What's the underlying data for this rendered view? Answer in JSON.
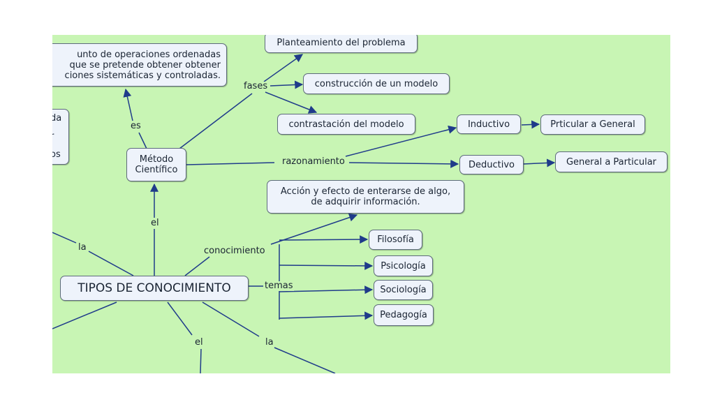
{
  "nodes": {
    "definition_cut": "unto de operaciones ordenadas\nque se pretende obtener obtener\nciones sistemáticas y controladas.",
    "left_cut": "da\nr\nos",
    "metodo": "Método\nCientífico",
    "tipos": "TIPOS DE CONOCIMIENTO",
    "planteamiento": "Planteamiento del problema",
    "construccion": "construcción de un modelo",
    "contrastacion": "contrastación del modelo",
    "inductivo": "Inductivo",
    "particular_general": "Prticular a General",
    "deductivo": "Deductivo",
    "general_particular": "General a Particular",
    "accion": "Acción y efecto de enterarse de algo,\nde adquirir información.",
    "filosofia": "Filosofía",
    "psicologia": "Psicología",
    "sociologia": "Sociología",
    "pedagogia": "Pedagogía"
  },
  "links": {
    "es": "es",
    "fases": "fases",
    "razonamiento": "razonamiento",
    "el_top": "el",
    "la_left": "la",
    "conocimiento": "conocimiento",
    "temas": "temas",
    "el_bottom": "el",
    "la_bottom": "la"
  },
  "colors": {
    "background": "#c8f5b4",
    "node_fill": "#eef3fb",
    "edge": "#1f3b8a"
  }
}
